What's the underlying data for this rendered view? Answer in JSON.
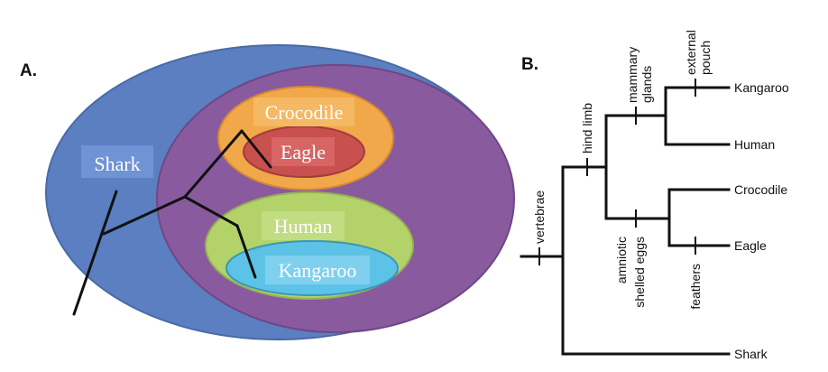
{
  "colors": {
    "outer_blue": "#5b7fc0",
    "purple": "#8a5a9f",
    "orange": "#f0a84a",
    "red": "#c8504f",
    "green": "#b3d36a",
    "cyan": "#5cc3e6",
    "black": "#111111",
    "white": "#ffffff"
  },
  "panel_a": {
    "letter": "A.",
    "labels": {
      "shark": "Shark",
      "crocodile": "Crocodile",
      "eagle": "Eagle",
      "human": "Human",
      "kangaroo": "Kangaroo"
    }
  },
  "panel_b": {
    "letter": "B.",
    "taxa": {
      "kangaroo": "Kangaroo",
      "human": "Human",
      "crocodile": "Crocodile",
      "eagle": "Eagle",
      "shark": "Shark"
    },
    "traits": {
      "vertebrae": "vertebrae",
      "hind_limb": "hind limb",
      "mammary_1": "mammary",
      "mammary_2": "glands",
      "pouch_1": "external",
      "pouch_2": "pouch",
      "amniotic_1": "amniotic",
      "amniotic_2": "shelled eggs",
      "feathers": "feathers"
    }
  }
}
